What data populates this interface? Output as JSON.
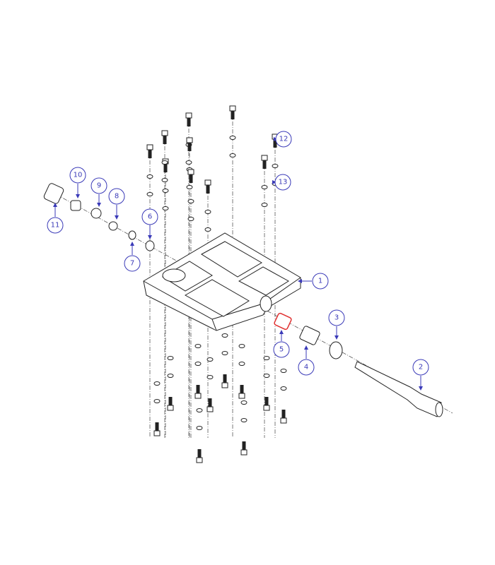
{
  "diagram": {
    "callouts": [
      "1",
      "2",
      "3",
      "4",
      "5",
      "6",
      "7",
      "8",
      "9",
      "10",
      "11",
      "12",
      "13"
    ],
    "colors": {
      "callout": "#3a3ab8",
      "highlight": "#e03030",
      "line": "#222222"
    }
  }
}
